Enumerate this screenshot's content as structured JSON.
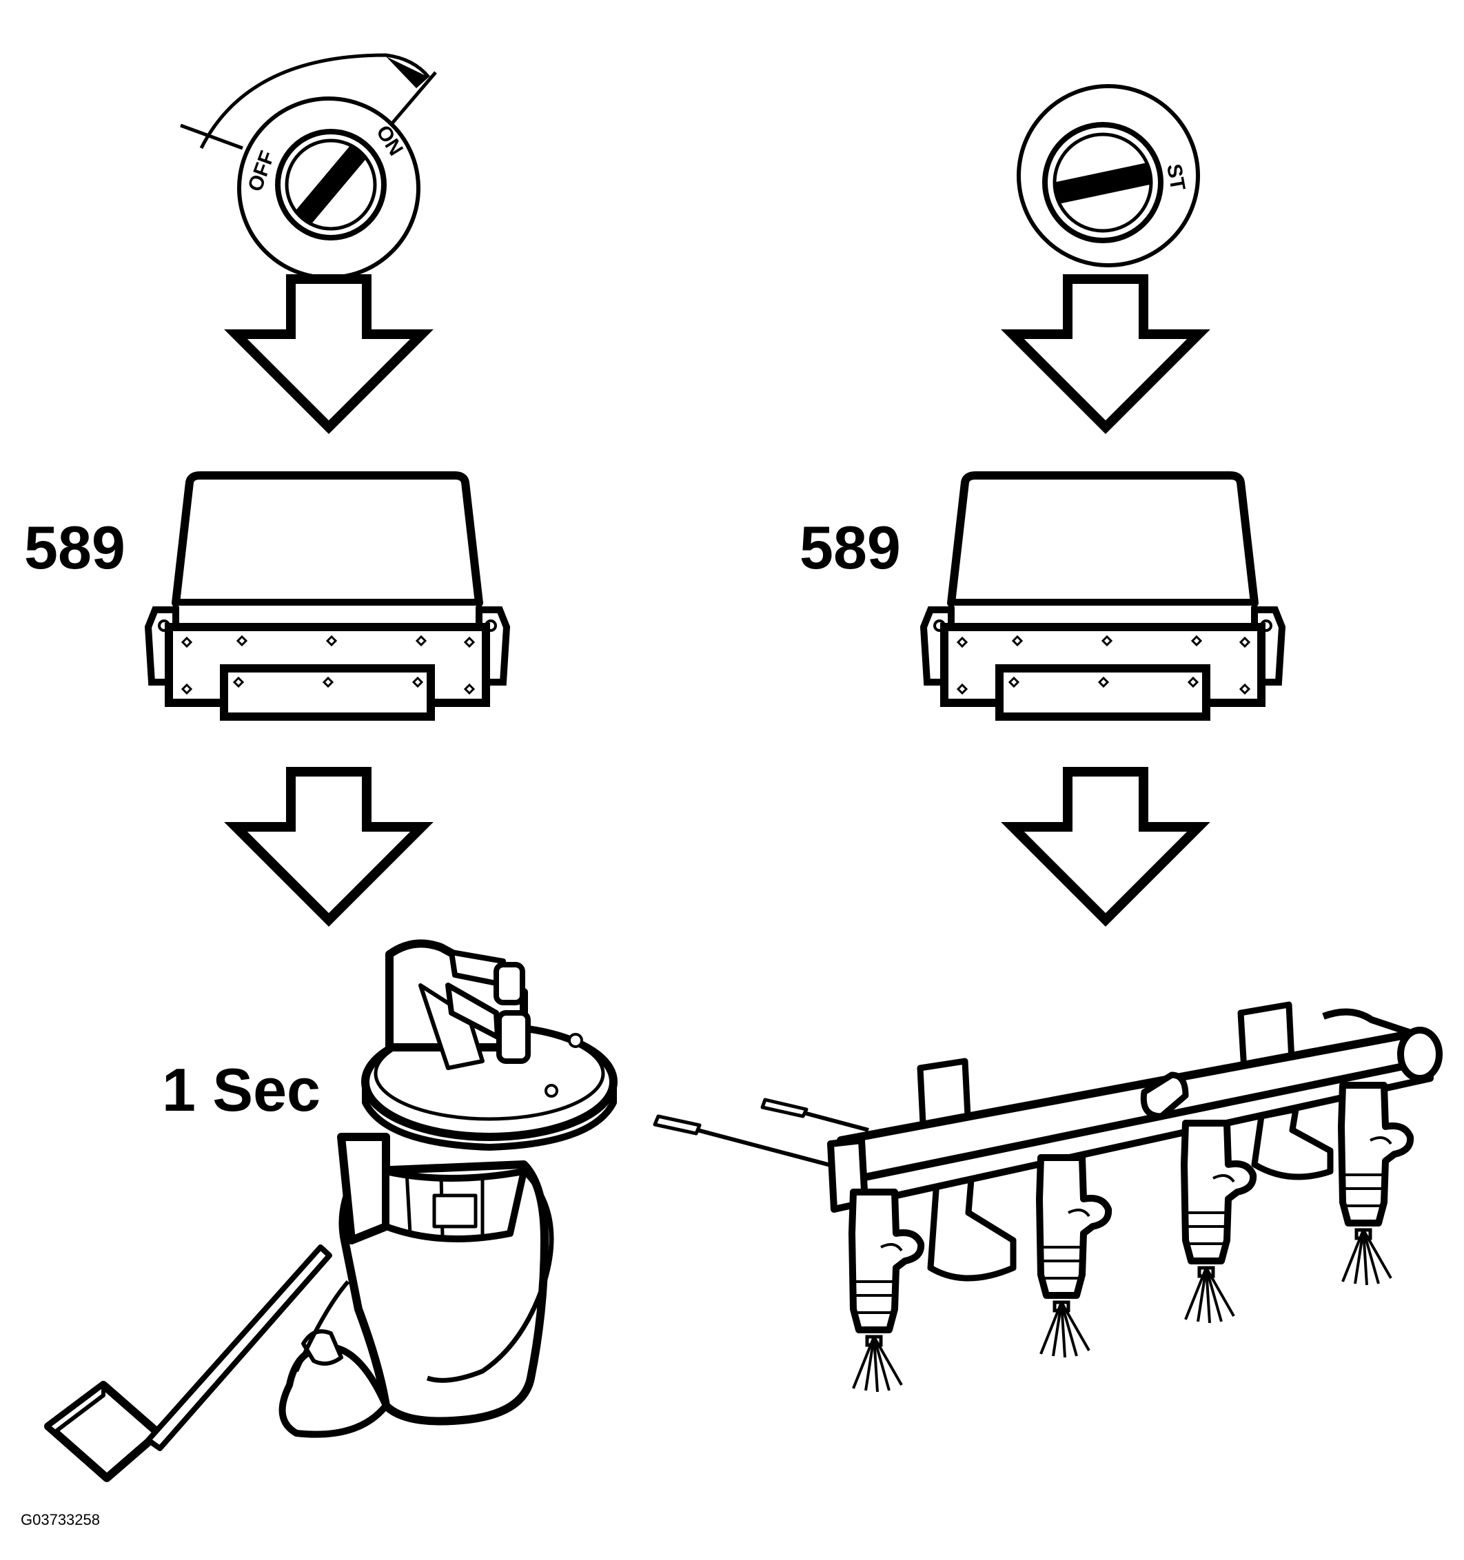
{
  "left": {
    "switch_off_label": "OFF",
    "switch_on_label": "ON",
    "module_label": "589",
    "time_label": "1 Sec"
  },
  "right": {
    "switch_start_label": "ST",
    "module_label": "589"
  },
  "figure_code": "G03733258",
  "colors": {
    "ink": "#000000",
    "paper": "#ffffff"
  }
}
